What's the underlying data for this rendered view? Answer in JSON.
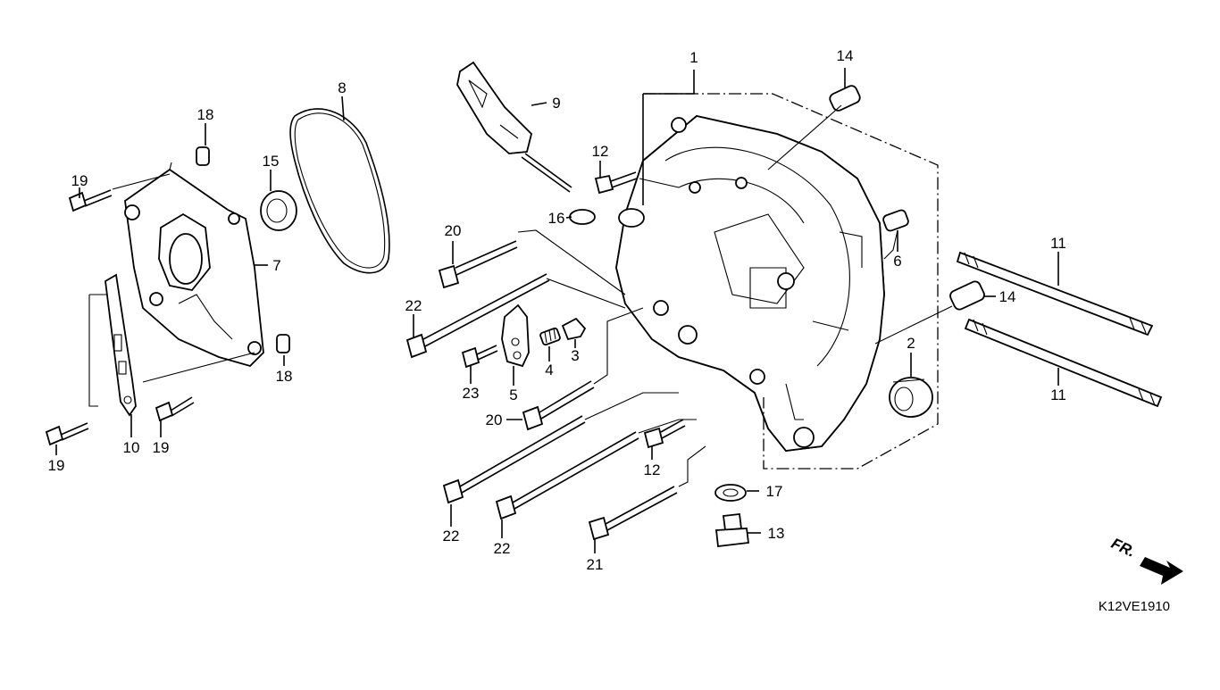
{
  "callouts": [
    "1",
    "14",
    "9",
    "12",
    "16",
    "20",
    "22",
    "23",
    "5",
    "4",
    "3",
    "6",
    "14",
    "2",
    "11",
    "11",
    "20",
    "12",
    "22",
    "22",
    "21",
    "17",
    "13",
    "8",
    "15",
    "18",
    "19",
    "7",
    "18",
    "10",
    "19",
    "19"
  ],
  "orientation_label": "FR.",
  "diagram_code": "K12VE1910"
}
